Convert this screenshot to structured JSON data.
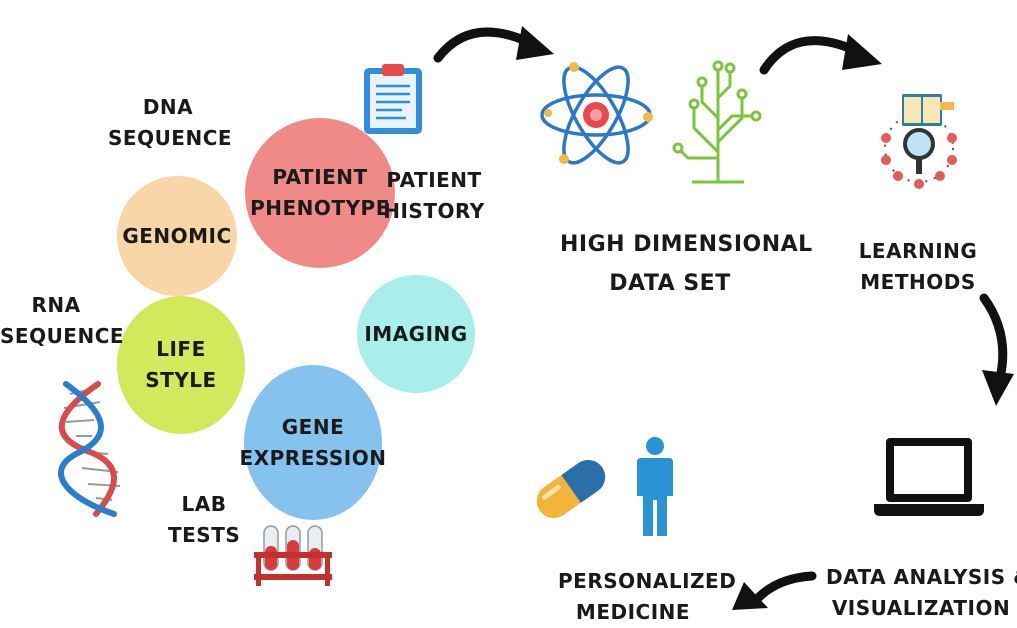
{
  "left_cluster": {
    "dna_sequence": [
      "DNA",
      "SEQUENCE"
    ],
    "patient_history": [
      "PATIENT",
      "HISTORY"
    ],
    "rna_sequence": [
      "RNA",
      "SEQUENCE"
    ],
    "lab_tests": [
      "LAB",
      "TESTS"
    ],
    "circles": {
      "patient_phenotype": [
        "PATIENT",
        "PHENOTYPE"
      ],
      "genomic": [
        "GENOMIC"
      ],
      "life_style": [
        "LIFE",
        "STYLE"
      ],
      "imaging": [
        "IMAGING"
      ],
      "gene_expression": [
        "GENE",
        "EXPRESSION"
      ]
    }
  },
  "stages": {
    "high_dimensional": [
      "HIGH DIMENSIONAL",
      "DATA SET"
    ],
    "learning_methods": [
      "LEARNING",
      "METHODS"
    ],
    "data_analysis": [
      "DATA ANALYSIS &",
      "VISUALIZATION"
    ],
    "personalized_medicine": [
      "PERSONALIZED",
      "MEDICINE"
    ]
  },
  "colors": {
    "patient_phenotype": "#f08a88",
    "genomic": "#f8d6a8",
    "life_style": "#d3e85a",
    "imaging": "#a9eeeb",
    "gene_expression": "#86c2ee"
  },
  "icons": [
    "clipboard-icon",
    "atom-icon",
    "circuit-tree-icon",
    "book-lens-icon",
    "laptop-icon",
    "capsule-icon",
    "person-icon",
    "dna-helix-icon",
    "test-tubes-icon",
    "curved-arrow-icon"
  ]
}
